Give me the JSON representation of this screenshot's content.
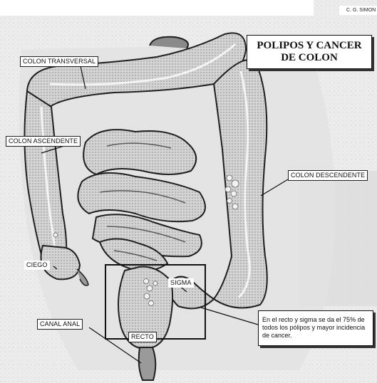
{
  "title": {
    "line1": "POLIPOS Y CANCER",
    "line2": "DE COLON"
  },
  "credit": "C. G. SIMON",
  "labels": {
    "colon_transversal": "COLON TRANSVERSAL",
    "colon_ascendente": "COLON ASCENDENTE",
    "colon_descendente": "COLON DESCENDENTE",
    "ciego": "CIEGO",
    "sigma": "SIGMA",
    "recto": "RECTO",
    "canal_anal": "CANAL ANAL"
  },
  "note": "En el recto y sigma se da el 75% de todos los pólipos y mayor incidencia de cancer.",
  "colors": {
    "background": "#ffffff",
    "paper": "#e9e9e9",
    "organ_fill": "#c9c9c9",
    "organ_dark": "#7a7a7a",
    "outline": "#1f1f1f",
    "polyp": "#f2f2f2"
  }
}
